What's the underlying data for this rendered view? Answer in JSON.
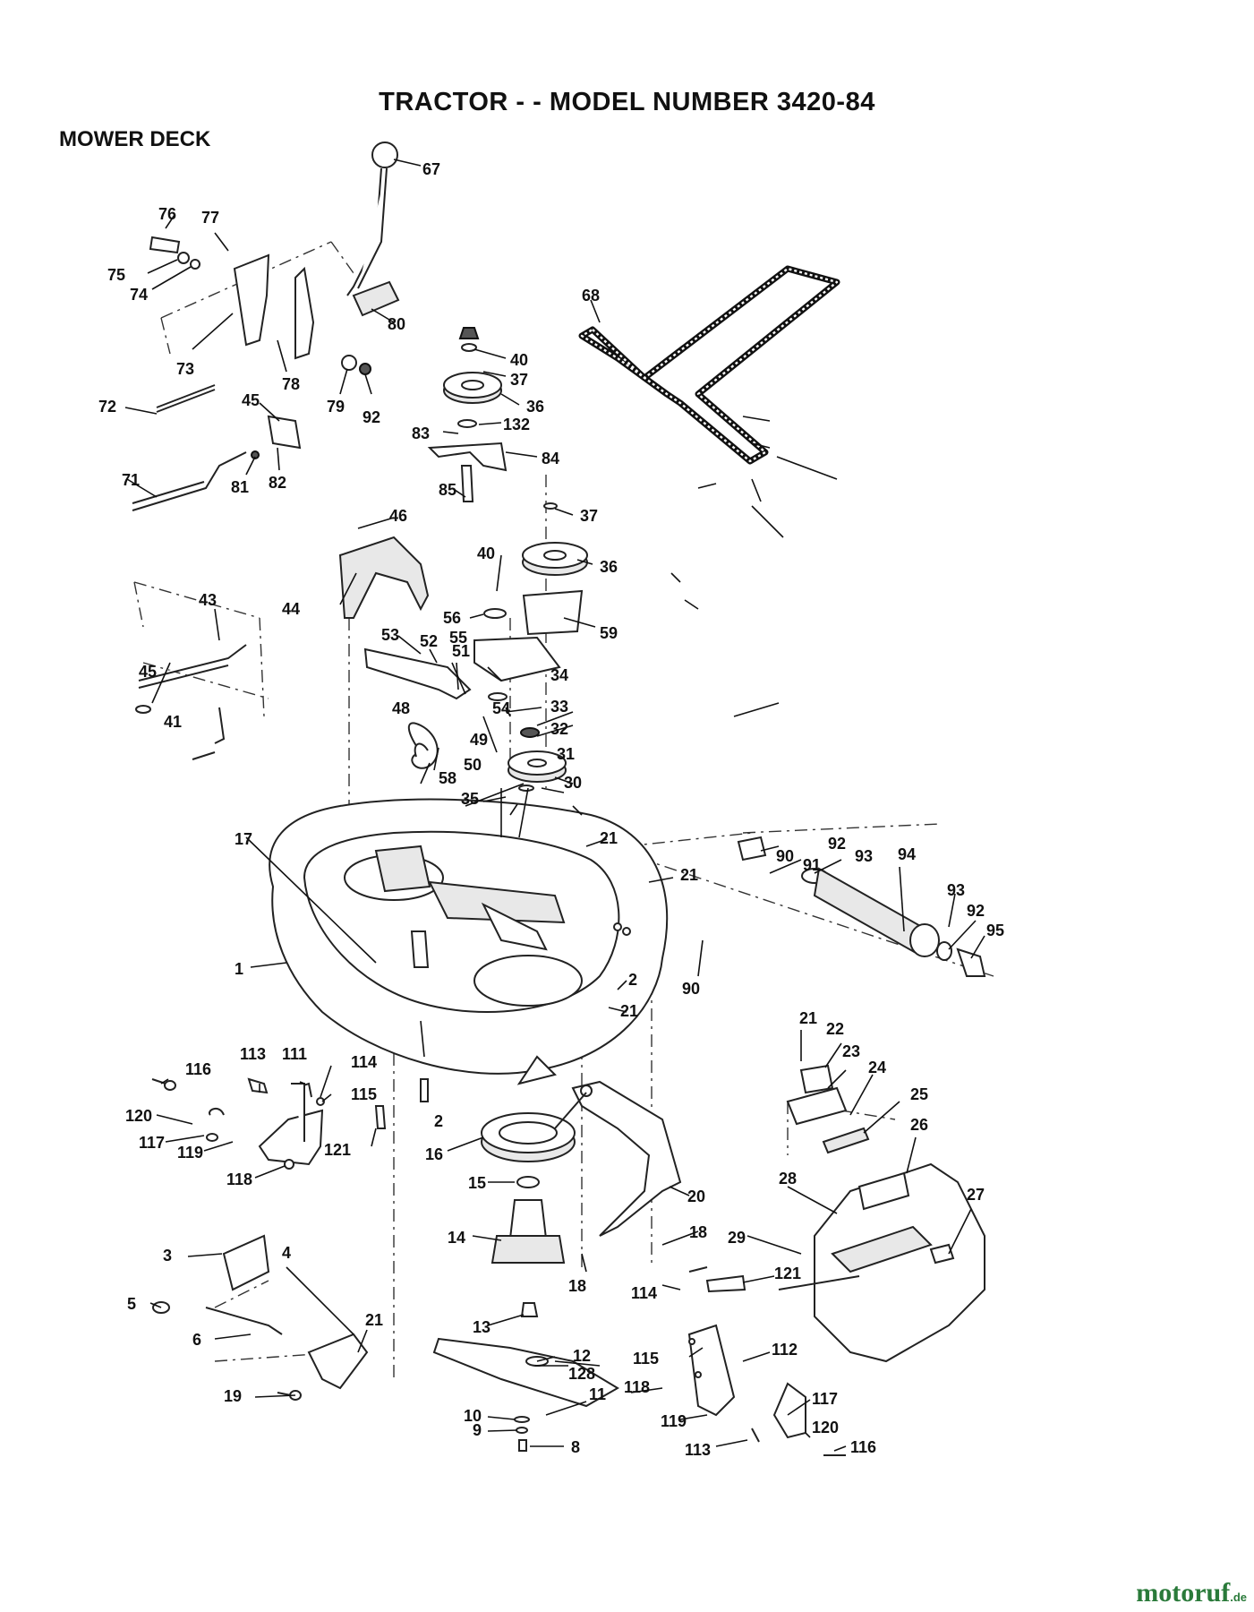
{
  "title": "TRACTOR - - MODEL NUMBER 3420-84",
  "section": "MOWER DECK",
  "watermark": {
    "brand": "motoruf",
    "tld": ".de",
    "color": "#2a7a3a"
  },
  "callouts": [
    {
      "text": "67"
    },
    {
      "text": "76"
    },
    {
      "text": "77"
    },
    {
      "text": "75"
    },
    {
      "text": "74"
    },
    {
      "text": "80"
    },
    {
      "text": "73"
    },
    {
      "text": "78"
    },
    {
      "text": "79"
    },
    {
      "text": "92"
    },
    {
      "text": "72"
    },
    {
      "text": "45"
    },
    {
      "text": "81"
    },
    {
      "text": "82"
    },
    {
      "text": "71"
    },
    {
      "text": "68"
    },
    {
      "text": "40"
    },
    {
      "text": "37"
    },
    {
      "text": "36"
    },
    {
      "text": "83"
    },
    {
      "text": "132"
    },
    {
      "text": "84"
    },
    {
      "text": "85"
    },
    {
      "text": "46"
    },
    {
      "text": "44"
    },
    {
      "text": "37"
    },
    {
      "text": "40"
    },
    {
      "text": "36"
    },
    {
      "text": "56"
    },
    {
      "text": "59"
    },
    {
      "text": "43"
    },
    {
      "text": "53"
    },
    {
      "text": "52"
    },
    {
      "text": "55"
    },
    {
      "text": "51"
    },
    {
      "text": "34"
    },
    {
      "text": "45"
    },
    {
      "text": "48"
    },
    {
      "text": "54"
    },
    {
      "text": "33"
    },
    {
      "text": "41"
    },
    {
      "text": "49"
    },
    {
      "text": "32"
    },
    {
      "text": "50"
    },
    {
      "text": "31"
    },
    {
      "text": "58"
    },
    {
      "text": "35"
    },
    {
      "text": "30"
    },
    {
      "text": "90"
    },
    {
      "text": "91"
    },
    {
      "text": "92"
    },
    {
      "text": "93"
    },
    {
      "text": "94"
    },
    {
      "text": "17"
    },
    {
      "text": "21"
    },
    {
      "text": "21"
    },
    {
      "text": "93"
    },
    {
      "text": "92"
    },
    {
      "text": "95"
    },
    {
      "text": "1"
    },
    {
      "text": "2"
    },
    {
      "text": "90"
    },
    {
      "text": "21"
    },
    {
      "text": "21"
    },
    {
      "text": "22"
    },
    {
      "text": "23"
    },
    {
      "text": "24"
    },
    {
      "text": "113"
    },
    {
      "text": "111"
    },
    {
      "text": "116"
    },
    {
      "text": "114"
    },
    {
      "text": "115"
    },
    {
      "text": "25"
    },
    {
      "text": "120"
    },
    {
      "text": "117"
    },
    {
      "text": "119"
    },
    {
      "text": "121"
    },
    {
      "text": "2"
    },
    {
      "text": "16"
    },
    {
      "text": "26"
    },
    {
      "text": "118"
    },
    {
      "text": "15"
    },
    {
      "text": "20"
    },
    {
      "text": "28"
    },
    {
      "text": "27"
    },
    {
      "text": "29"
    },
    {
      "text": "14"
    },
    {
      "text": "18"
    },
    {
      "text": "3"
    },
    {
      "text": "4"
    },
    {
      "text": "18"
    },
    {
      "text": "114"
    },
    {
      "text": "121"
    },
    {
      "text": "5"
    },
    {
      "text": "21"
    },
    {
      "text": "13"
    },
    {
      "text": "6"
    },
    {
      "text": "12"
    },
    {
      "text": "128"
    },
    {
      "text": "115"
    },
    {
      "text": "112"
    },
    {
      "text": "118"
    },
    {
      "text": "19"
    },
    {
      "text": "11"
    },
    {
      "text": "117"
    },
    {
      "text": "10"
    },
    {
      "text": "119"
    },
    {
      "text": "120"
    },
    {
      "text": "9"
    },
    {
      "text": "8"
    },
    {
      "text": "113"
    },
    {
      "text": "116"
    }
  ]
}
